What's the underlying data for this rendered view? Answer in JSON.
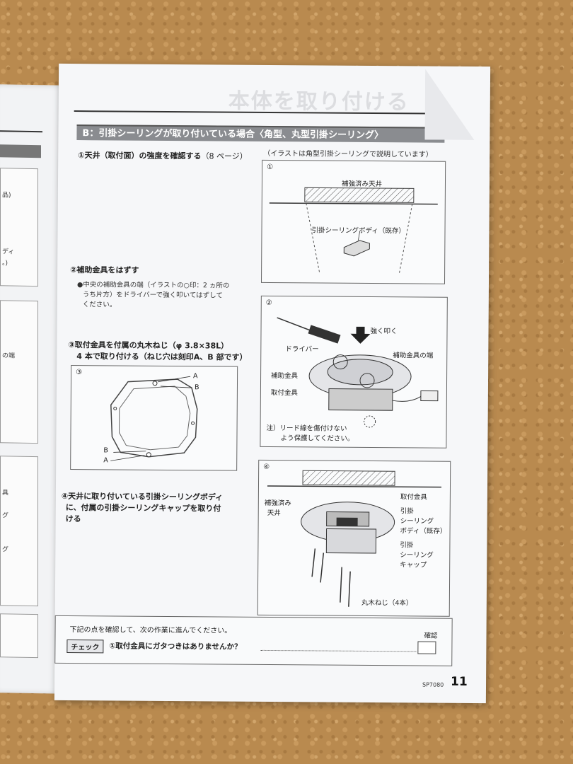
{
  "left_page": {
    "texts": [
      "品)",
      "ディ",
      "。)",
      "の端",
      "具",
      "グ",
      "グ"
    ]
  },
  "header": {
    "ghost_title": "本体を取り付ける",
    "section_title": "B：引掛シーリングが取り付いている場合〈角型、丸型引掛シーリング〉",
    "note": "（イラストは角型引掛シーリングで説明しています）"
  },
  "steps": {
    "s1": {
      "main": "①天井（取付面）の強度を確認する",
      "ref": "（8 ページ）"
    },
    "s2": {
      "main": "②補助金具をはずす",
      "sub1": "●中央の補助金具の端（イラストの○印：2 ヵ所の",
      "sub2": "うち片方）をドライバーで強く叩いてはずして",
      "sub3": "ください。"
    },
    "s3": {
      "line1": "③取付金具を付属の丸木ねじ（φ 3.8×38L）",
      "line2": "4 本で取り付ける（ねじ穴は刻印A、B 部です）"
    },
    "s4": {
      "line1": "④天井に取り付いている引掛シーリングボディ",
      "line2": "に、付属の引掛シーリングキャップを取り付",
      "line3": "ける"
    }
  },
  "figures": {
    "f1": {
      "num": "①",
      "ceiling": "補強済み天井",
      "body": "引掛シーリングボディ（既存）"
    },
    "f2": {
      "num": "②",
      "tap": "強く叩く",
      "driver": "ドライバー",
      "edge": "補助金具の端",
      "aux": "補助金具",
      "mount": "取付金具",
      "note1": "注）リード線を傷付けない",
      "note2": "よう保護してください。"
    },
    "f3": {
      "num": "③",
      "a": "A",
      "b": "B",
      "b2": "B",
      "a2": "A"
    },
    "f4": {
      "num": "④",
      "mount": "取付金具",
      "ceiling1": "補強済み",
      "ceiling2": "天井",
      "body1": "引掛",
      "body2": "シーリング",
      "body3": "ボディ（既存）",
      "cap1": "引掛",
      "cap2": "シーリング",
      "cap3": "キャップ",
      "screws": "丸木ねじ（4本）"
    }
  },
  "check": {
    "intro": "下記の点を確認して、次の作業に進んでください。",
    "tag": "チェック",
    "item": "①取付金具にガタつきはありませんか？",
    "confirm": "確認"
  },
  "footer": {
    "model": "SP7080",
    "page": "11"
  }
}
